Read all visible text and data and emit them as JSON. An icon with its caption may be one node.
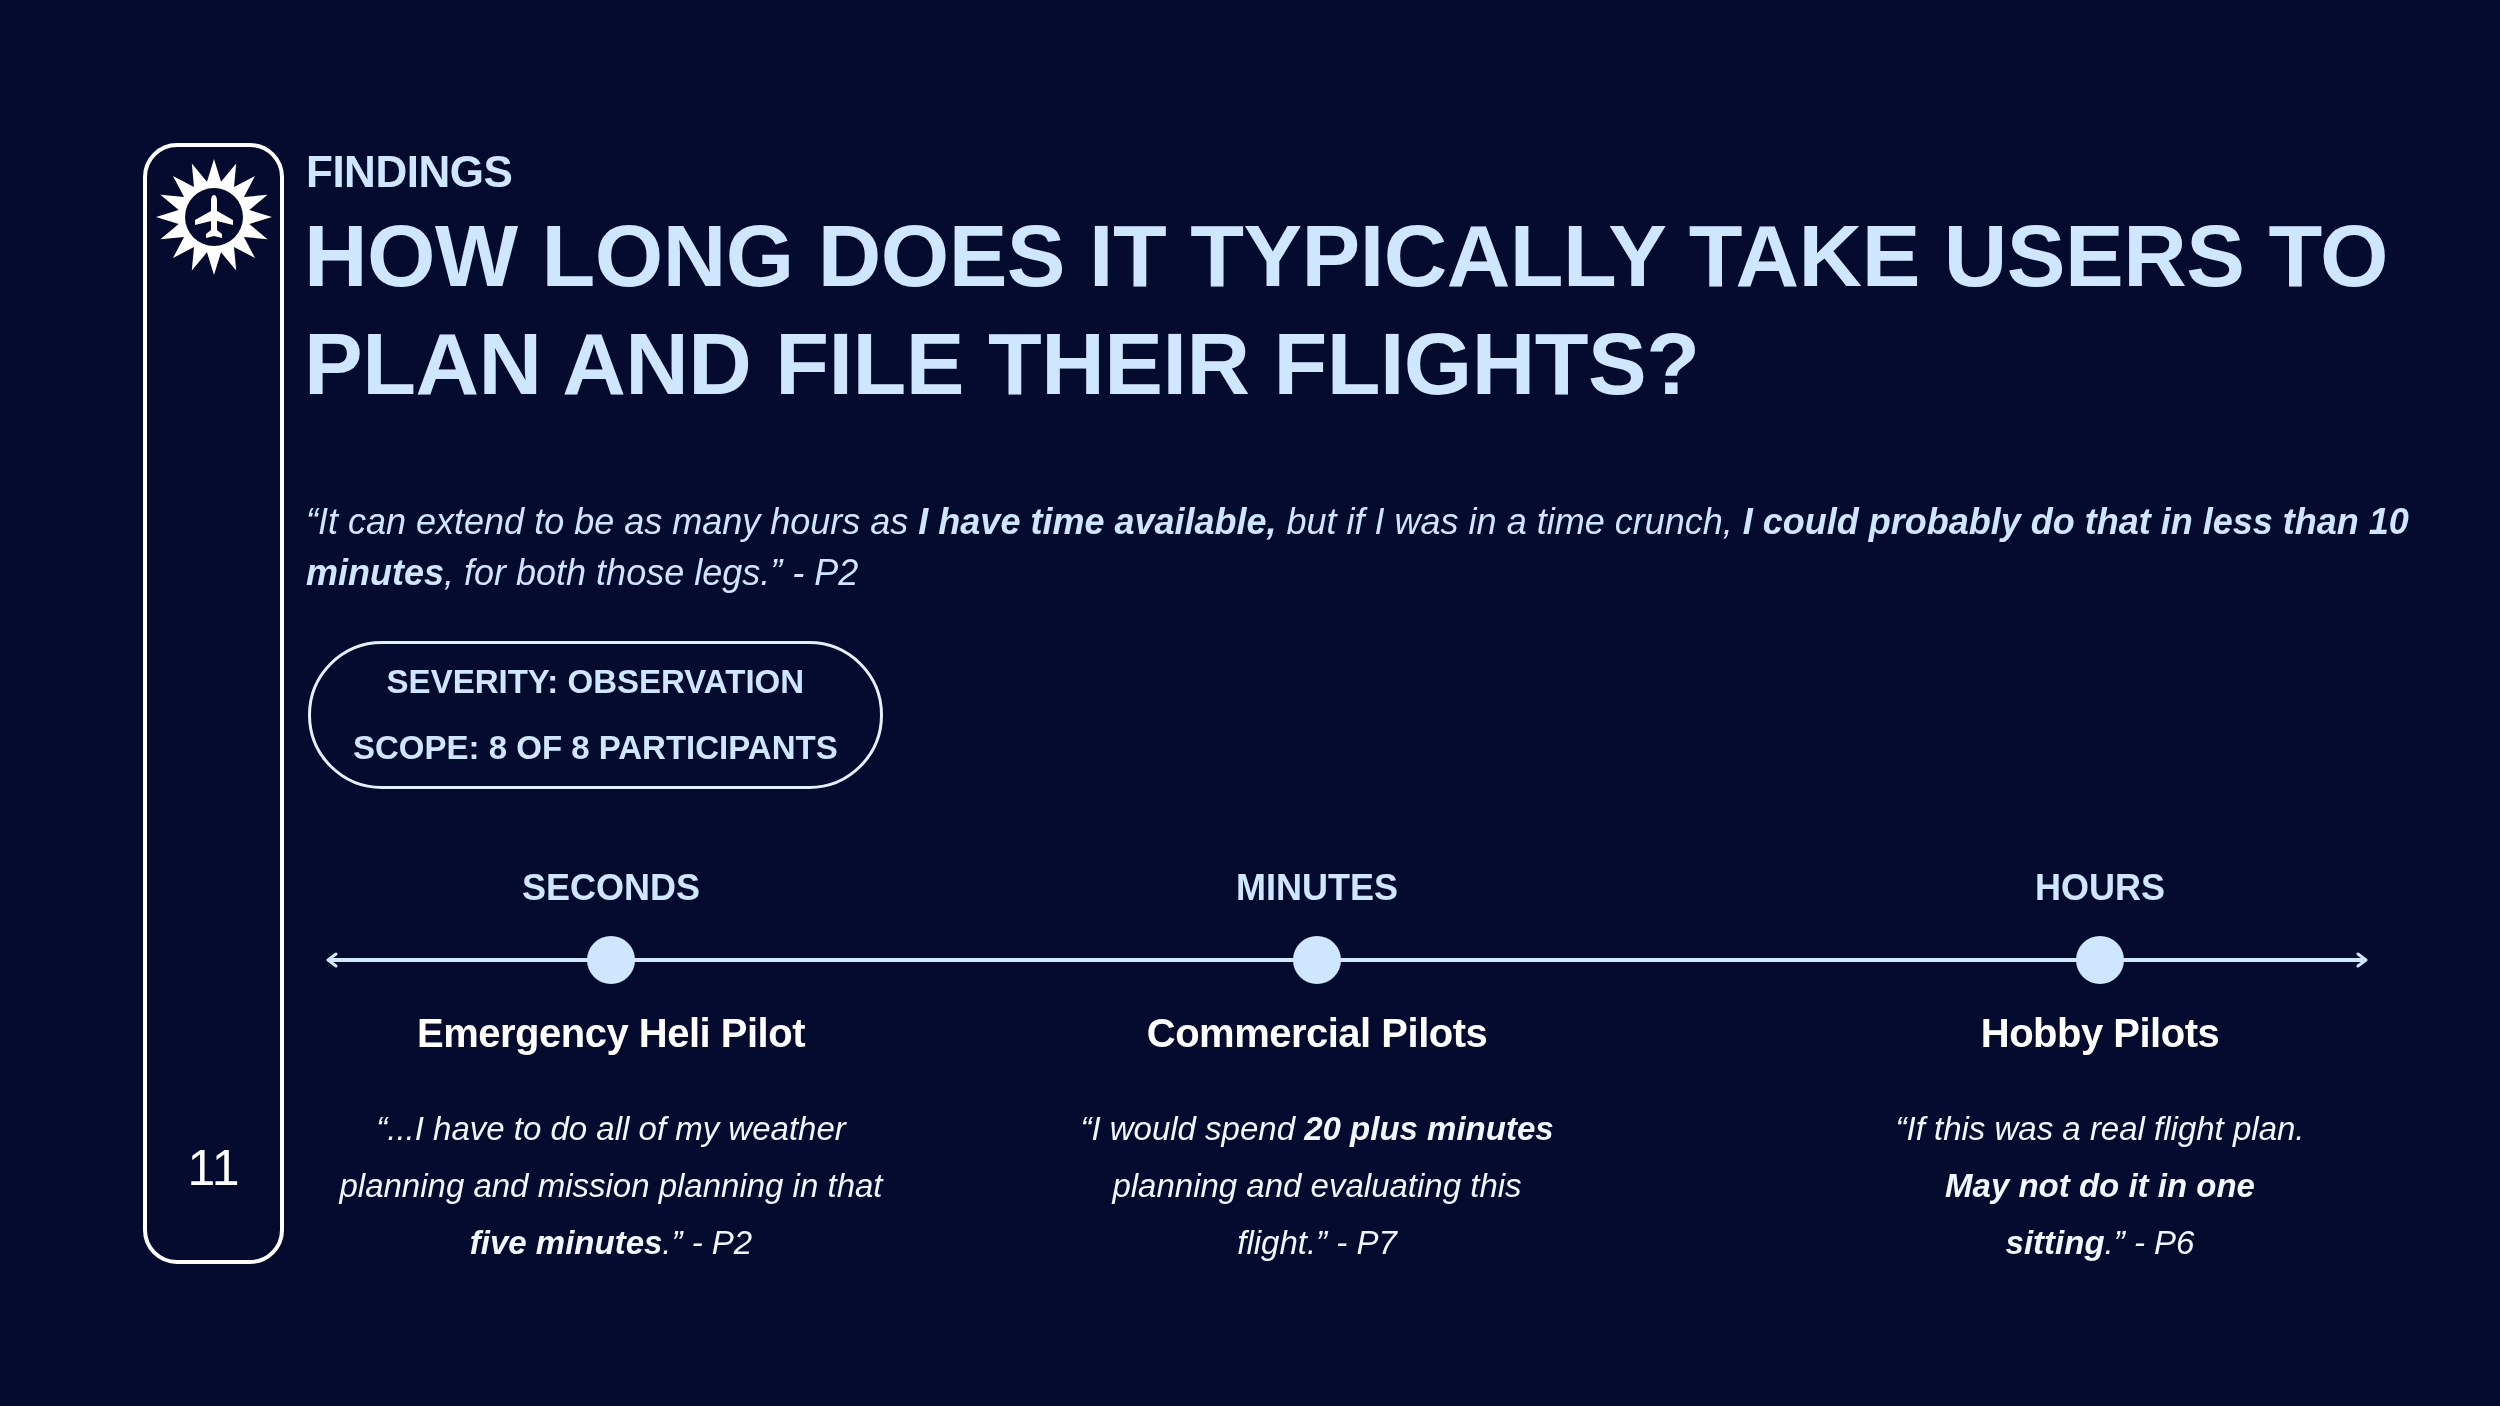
{
  "diagram": {
    "title": "HOW LONG DOES IT TYPICALLY TAKE USERS TO PLAN AND FILE THEIR FLIGHTS?",
    "nodes": [
      {
        "text": [
          "11"
        ]
      },
      {
        "text": [
          "SEVERITY: OBSERVATION",
          "SCOPE: 8 OF 8 PARTICIPANTS"
        ]
      }
    ],
    "labels": [
      "FINDINGS",
      "“It can extend to be as many hours as **I have time available,** but if I was in a time crunch, **I could probably do that in less than 10 minutes**, for both those legs.” - P2",
      "SECONDS",
      "MINUTES",
      "HOURS",
      "Emergency Heli Pilot",
      "Commercial Pilots",
      "Hobby Pilots",
      "“...I have to do all of my weather planning and mission planning in that **five minutes**.” - P2",
      "“I would spend **20 plus minutes** planning and evaluating this flight.” - P7",
      "“If this was a real flight plan. **May not do it in one sitting**.” - P6"
    ]
  }
}
